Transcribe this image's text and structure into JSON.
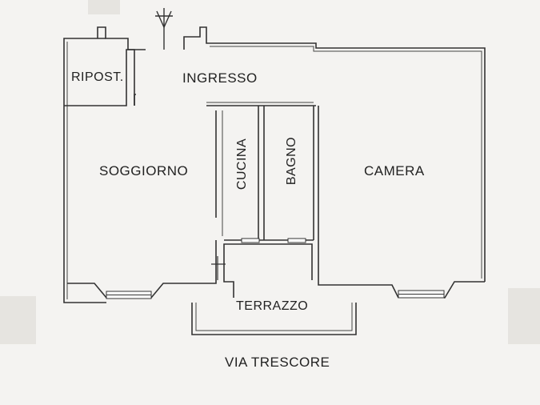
{
  "rooms": {
    "ripostiglio": "RIPOST.",
    "ingresso": "INGRESSO",
    "soggiorno": "SOGGIORNO",
    "cucina": "CUCINA",
    "bagno": "BAGNO",
    "camera": "CAMERA",
    "terrazzo": "TERRAZZO"
  },
  "street": "VIA TRESCORE"
}
